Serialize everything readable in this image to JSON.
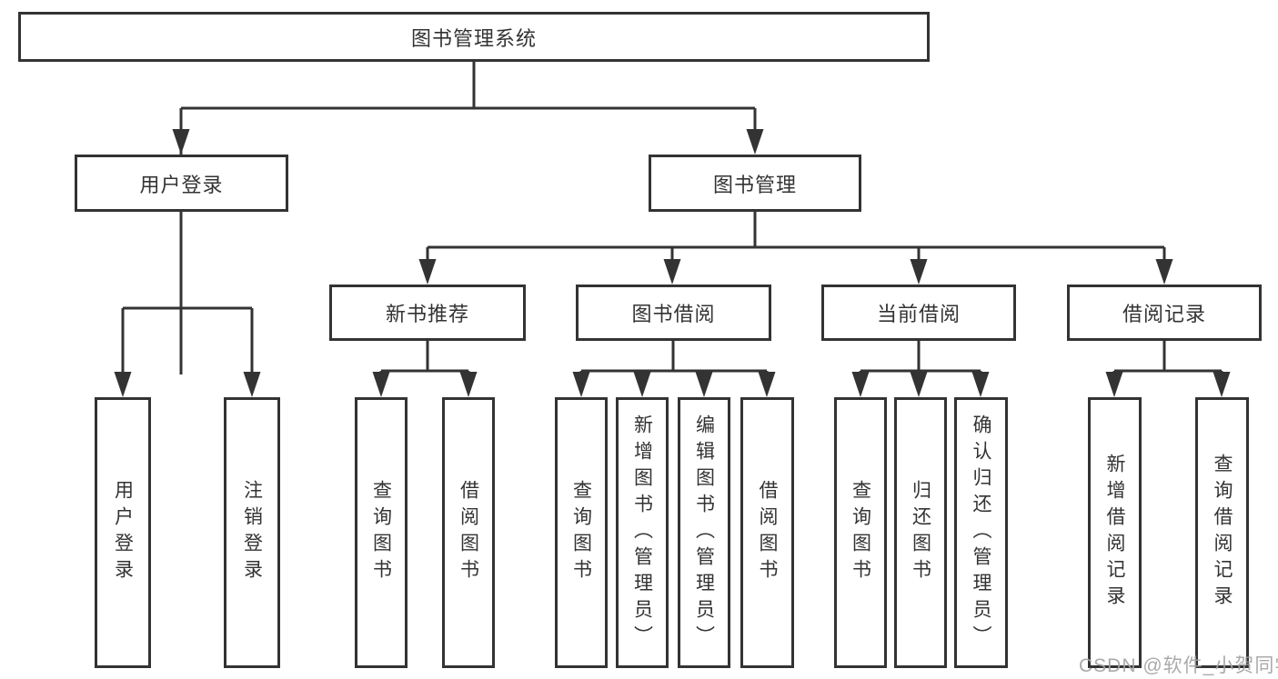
{
  "diagram": {
    "root": {
      "label": "图书管理系统"
    },
    "level2": [
      {
        "label": "用户登录"
      },
      {
        "label": "图书管理"
      }
    ],
    "level3": [
      {
        "label": "新书推荐"
      },
      {
        "label": "图书借阅"
      },
      {
        "label": "当前借阅"
      },
      {
        "label": "借阅记录"
      }
    ],
    "leaves": {
      "user_login": [
        {
          "label": "用户登录"
        },
        {
          "label": "注销登录"
        }
      ],
      "new_books": [
        {
          "label": "查询图书"
        },
        {
          "label": "借阅图书"
        }
      ],
      "book_borrow": [
        {
          "label": "查询图书"
        },
        {
          "label": "新增图书（管理员）"
        },
        {
          "label": "编辑图书（管理员）"
        },
        {
          "label": "借阅图书"
        }
      ],
      "current_borrow": [
        {
          "label": "查询图书"
        },
        {
          "label": "归还图书"
        },
        {
          "label": "确认归还（管理员）"
        }
      ],
      "borrow_records": [
        {
          "label": "新增借阅记录"
        },
        {
          "label": "查询借阅记录"
        }
      ]
    },
    "watermark": "CSDN @软件_小贺同学",
    "colors": {
      "line": "#333333",
      "text": "#333333",
      "box_fill": "#ffffff",
      "background": "#ffffff",
      "watermark": "#a3a3a3"
    }
  }
}
